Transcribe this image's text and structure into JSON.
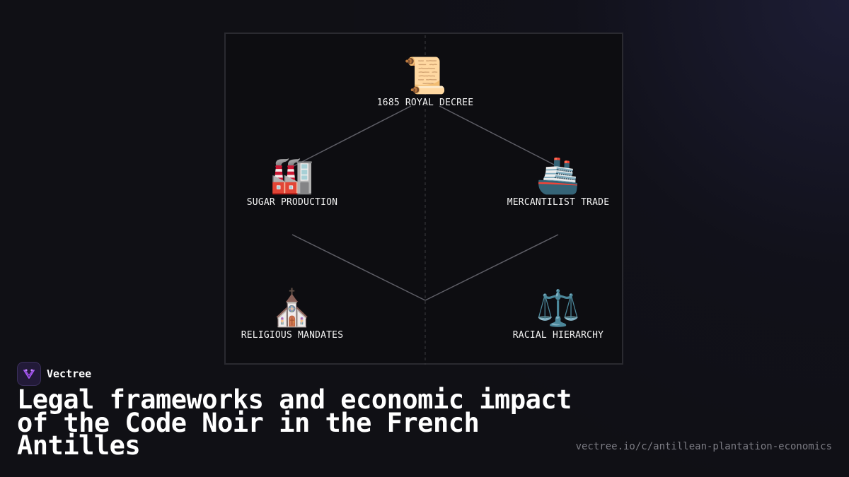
{
  "diagram": {
    "nodes": [
      {
        "id": "royal-decree",
        "icon": "📜",
        "icon_name": "scroll-icon",
        "label": "1685 ROYAL DECREE"
      },
      {
        "id": "sugar-production",
        "icon": "🏭",
        "icon_name": "factory-icon",
        "label": "SUGAR PRODUCTION"
      },
      {
        "id": "mercantilist-trade",
        "icon": "🚢",
        "icon_name": "ship-icon",
        "label": "MERCANTILIST TRADE"
      },
      {
        "id": "religious-mandates",
        "icon": "⛪",
        "icon_name": "church-icon",
        "label": "RELIGIOUS MANDATES"
      },
      {
        "id": "racial-hierarchy",
        "icon": "⚖️",
        "icon_name": "scales-icon",
        "label": "RACIAL HIERARCHY"
      }
    ],
    "colors": {
      "line": "#5e5e66",
      "center_dashed_line": "#3a3a40",
      "border": "#2a2a30"
    }
  },
  "brand": {
    "name": "Vectree",
    "logo_icon": "vectree-logo-icon",
    "logo_color": "#a855f7"
  },
  "title": "Legal frameworks and economic impact of the Code Noir in the French Antilles",
  "url": "vectree.io/c/antillean-plantation-economics"
}
